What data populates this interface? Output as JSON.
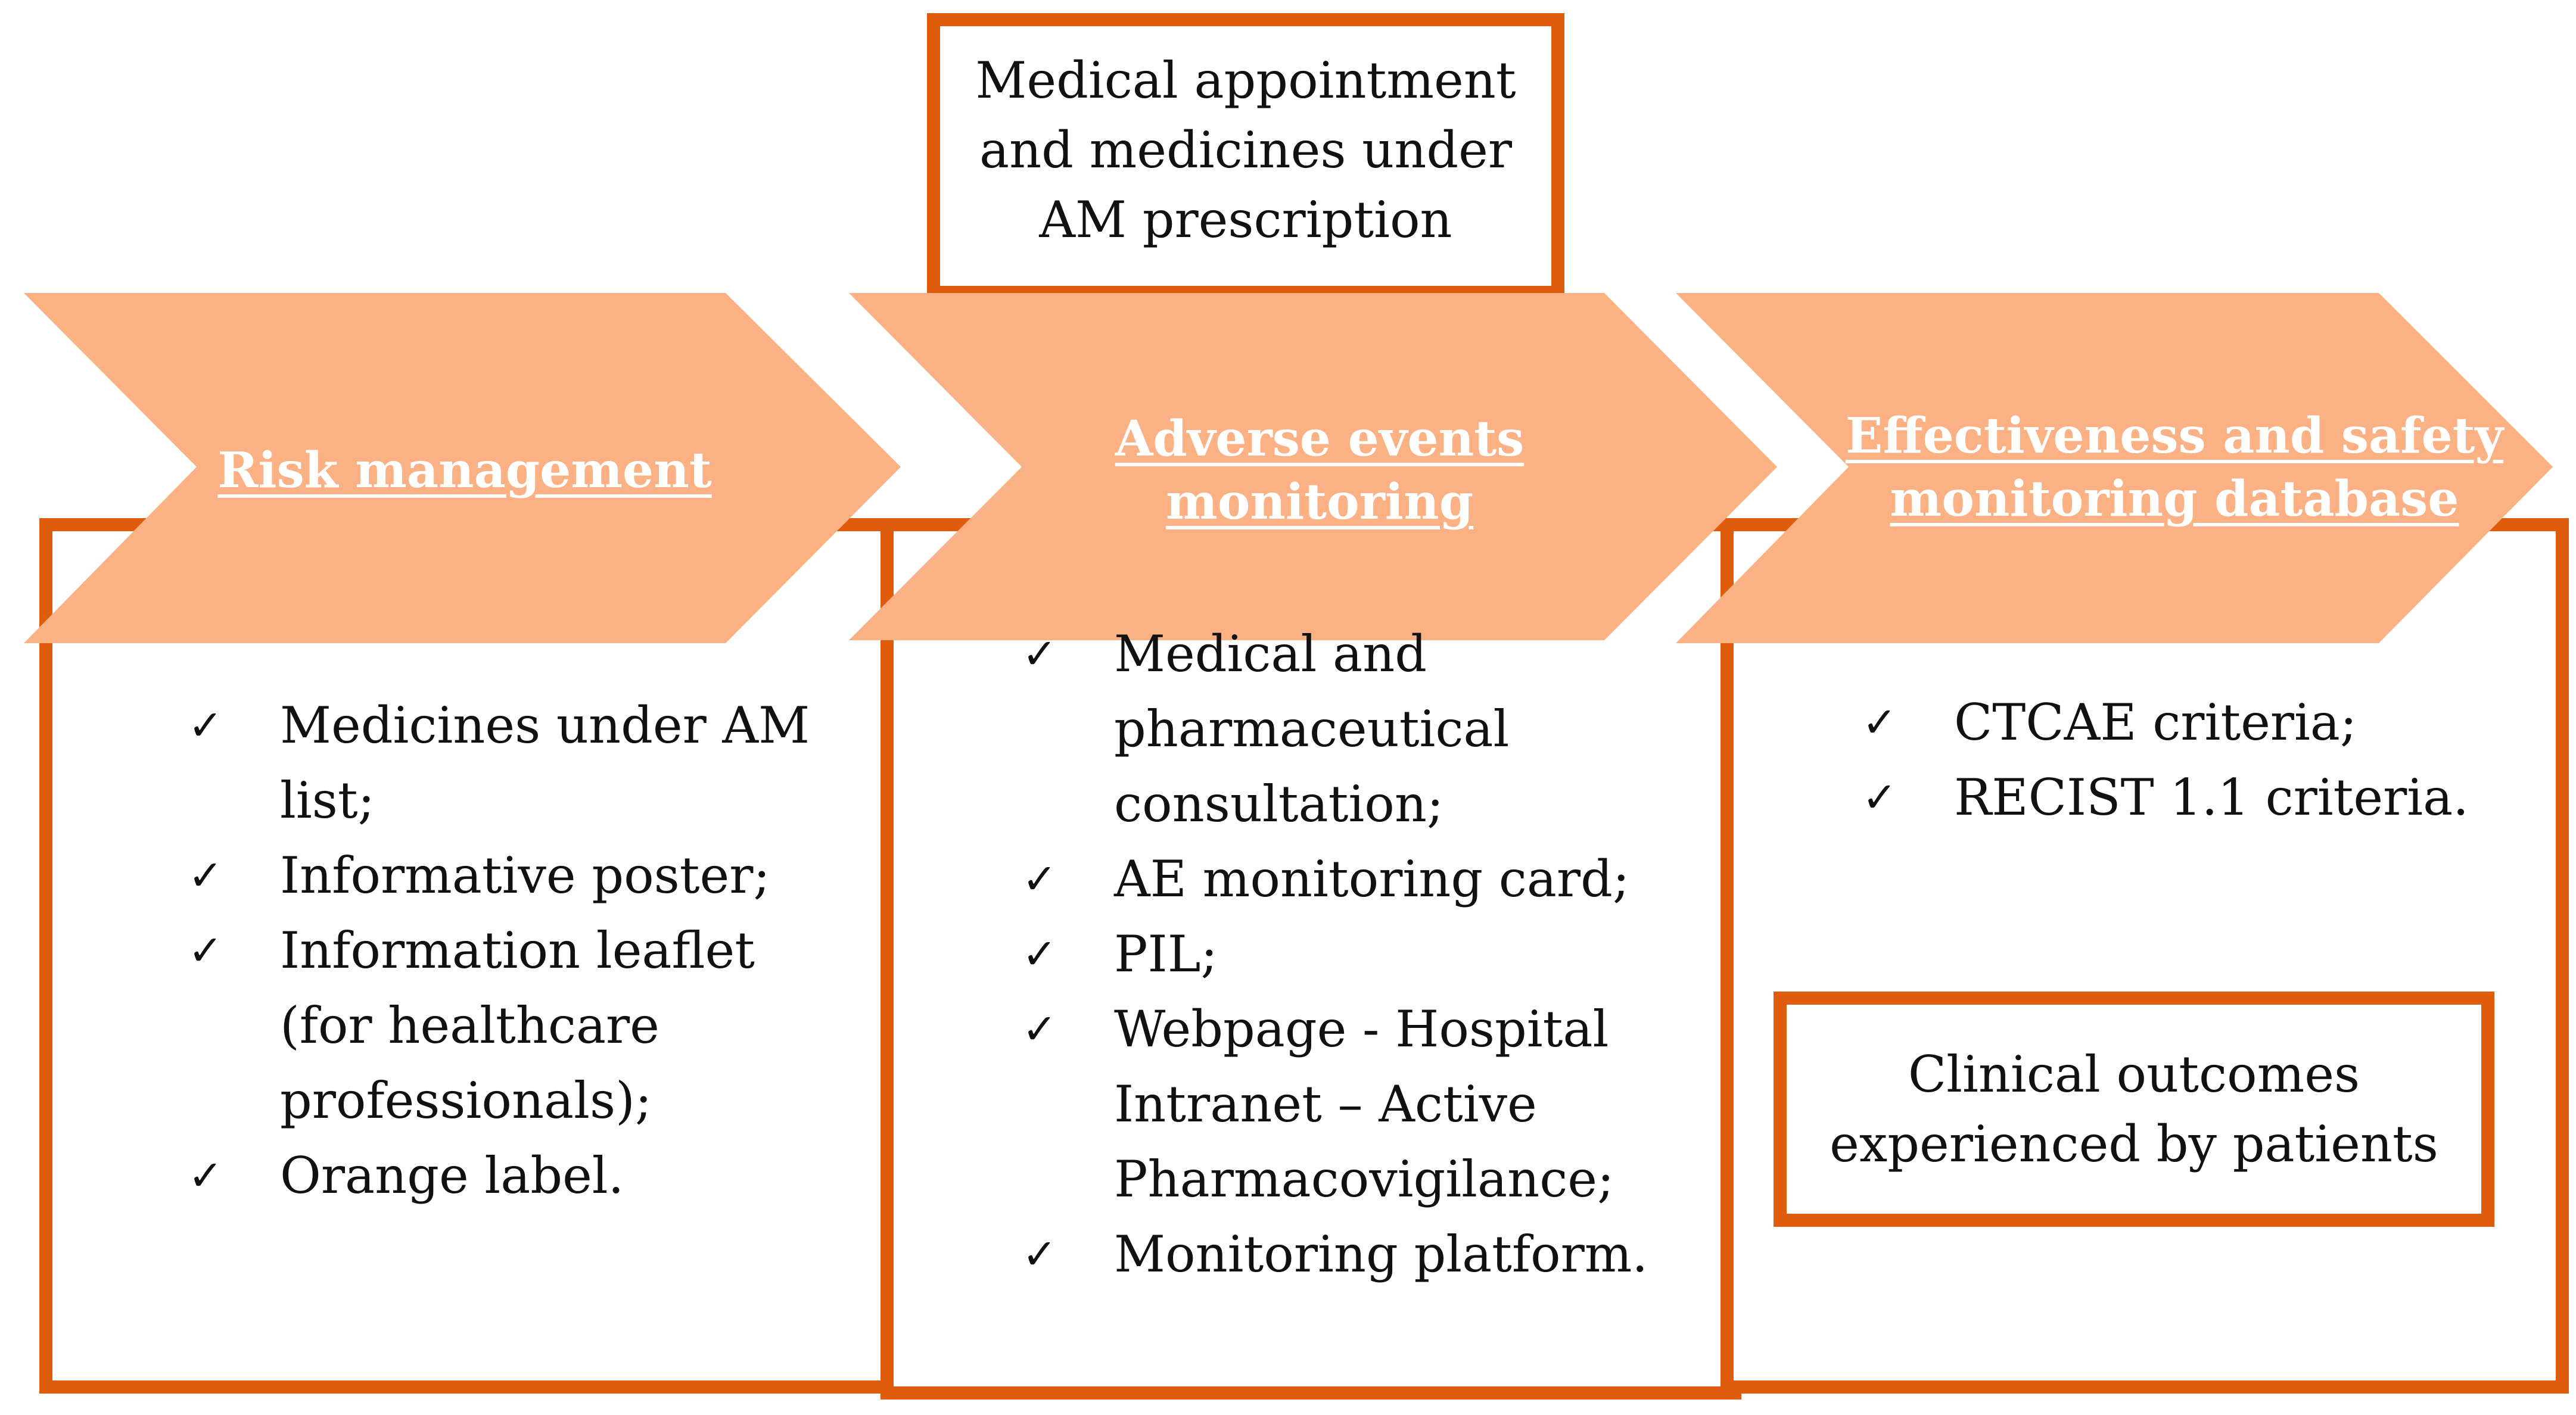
{
  "top_box": {
    "text": "Medical appointment\nand medicines under\nAM prescription"
  },
  "stages": [
    {
      "label": "Risk management",
      "items": [
        "Medicines under AM list;",
        "Informative poster;",
        "Information leaflet (for healthcare professionals);",
        "Orange label."
      ]
    },
    {
      "label": "Adverse events monitoring",
      "items": [
        "Medical and pharmaceutical consultation;",
        "AE monitoring card;",
        "PIL;",
        "Webpage - Hospital Intranet – Active Pharmacovigilance;",
        "Monitoring platform."
      ]
    },
    {
      "label": "Effectiveness and safety monitoring database",
      "items": [
        "CTCAE criteria;",
        "RECIST 1.1 criteria."
      ]
    }
  ],
  "outcome_box": {
    "text": "Clinical outcomes\nexperienced by patients"
  },
  "check_symbol": "✓",
  "colors": {
    "border": "#e05c0d",
    "arrow_fill": "#fbb184",
    "arrow_text": "#ffffff"
  }
}
